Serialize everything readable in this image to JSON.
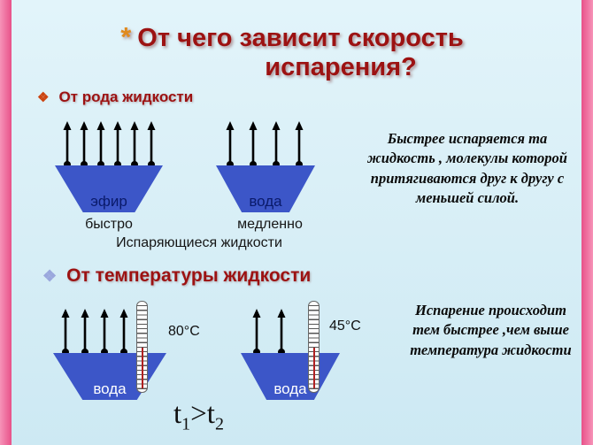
{
  "slide": {
    "title": {
      "bullet": "*",
      "line1": "От чего зависит скорость",
      "line2": "испарения?"
    },
    "section_liquid": {
      "bullet": "❖",
      "heading": "От рода жидкости",
      "vessels": [
        {
          "label": "эфир",
          "caption": "быстро"
        },
        {
          "label": "вода",
          "caption": "медленно"
        }
      ],
      "caption": "Испаряющиеся жидкости",
      "note": "Быстрее испаряется та жидкость , молекулы которой притягиваются друг к другу с меньшей силой."
    },
    "section_temperature": {
      "bullet": "❖",
      "heading": "От температуры жидкости",
      "vessels": [
        {
          "label": "вода",
          "temperature": "80°C"
        },
        {
          "label": "вода",
          "temperature": "45°C"
        }
      ],
      "formula": {
        "t": "t",
        "sub1": "1",
        "gt": ">",
        "sub2": "2"
      },
      "note": "Испарение происходит тем быстрее ,чем выше температура жидкости"
    },
    "colors": {
      "background": "#d7eef6",
      "border_pink": "#e85189",
      "heading_red": "#9c1212",
      "vessel_blue": "#3c56c8",
      "asterisk_orange": "#e08a1e",
      "bullet2_diamond": "#9aa7dd"
    }
  }
}
